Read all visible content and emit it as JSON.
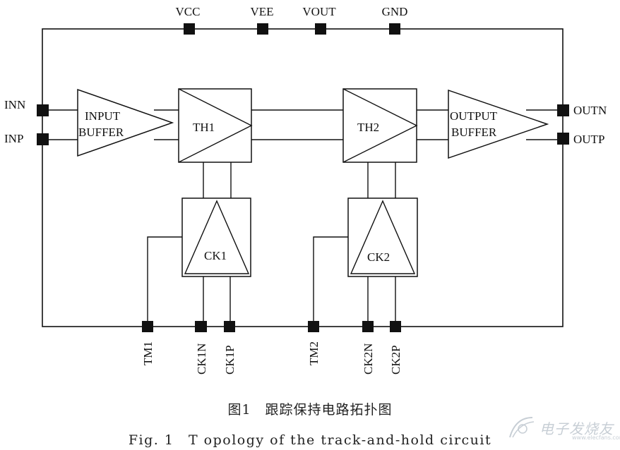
{
  "pins": {
    "top": [
      "VCC",
      "VEE",
      "VOUT",
      "GND"
    ],
    "left": [
      "INN",
      "INP"
    ],
    "right": [
      "OUTN",
      "OUTP"
    ],
    "bottom": [
      "TM1",
      "CK1N",
      "CK1P",
      "TM2",
      "CK2N",
      "CK2P"
    ]
  },
  "blocks": {
    "input_buffer": [
      "INPUT",
      "BUFFER"
    ],
    "th1": "TH1",
    "th2": "TH2",
    "output_buffer": [
      "OUTPUT",
      "BUFFER"
    ],
    "ck1": "CK1",
    "ck2": "CK2"
  },
  "caption": {
    "chinese": "图1　跟踪保持电路拓扑图",
    "english": "Fig. 1　T opology of the track-and-hold circuit"
  },
  "watermark": {
    "text": "电子发烧友",
    "url": "www.elecfans.com"
  }
}
